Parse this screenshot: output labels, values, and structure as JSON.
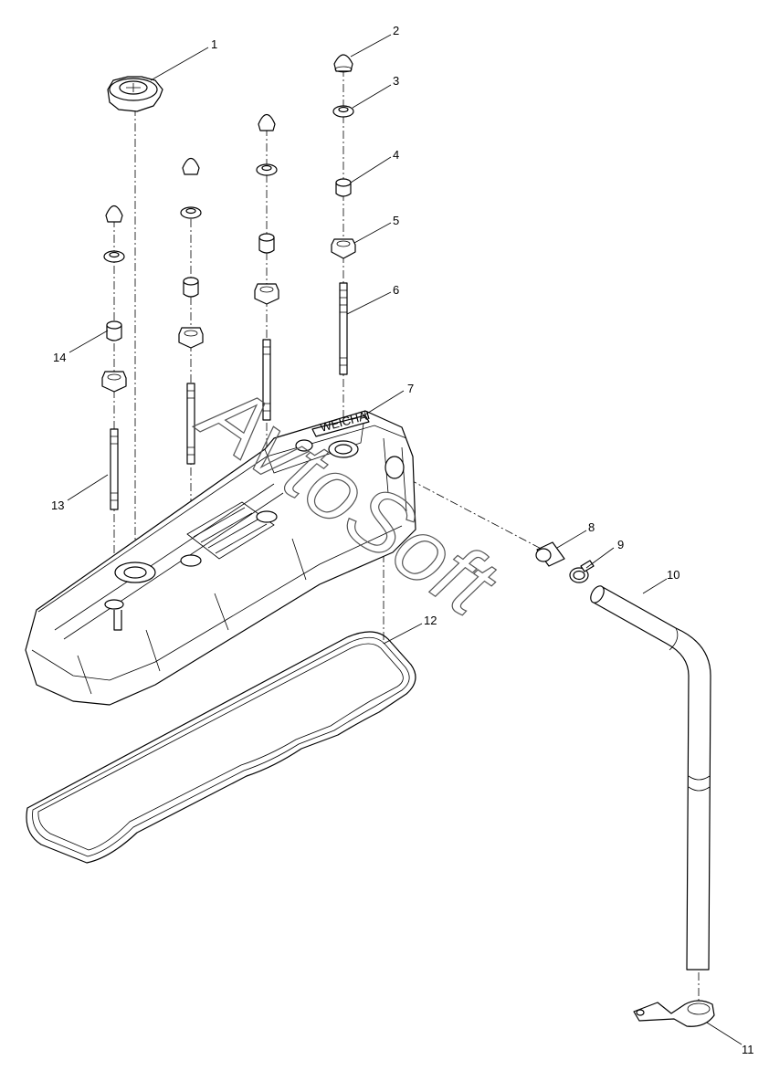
{
  "diagram": {
    "callouts": [
      "1",
      "2",
      "3",
      "4",
      "5",
      "6",
      "7",
      "8",
      "9",
      "10",
      "11",
      "12",
      "13",
      "14"
    ],
    "watermark": "AvtoSoft",
    "logo_text": "WEICHAI"
  }
}
